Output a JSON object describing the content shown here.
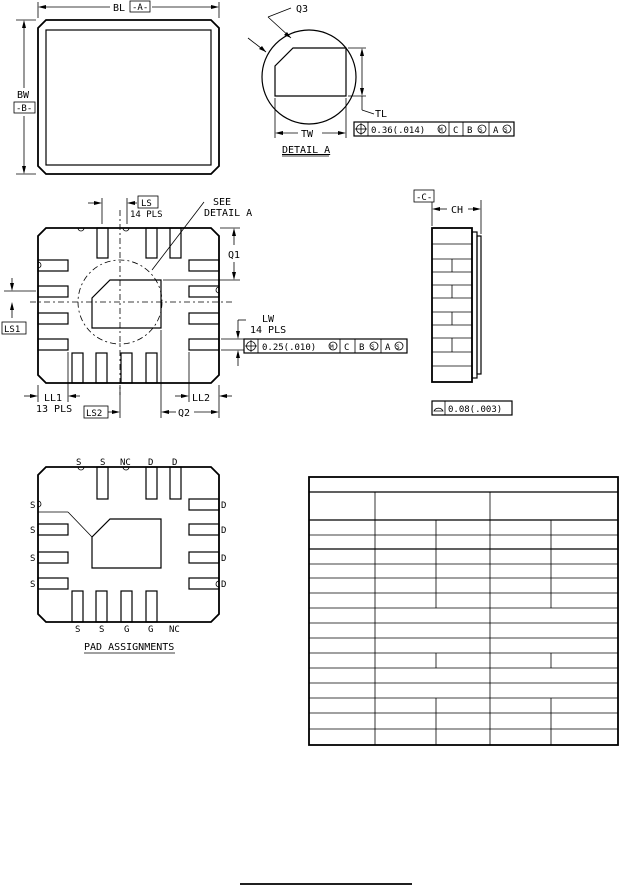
{
  "top_view": {
    "bl": "BL",
    "datum_a": "-A-",
    "bw": "BW",
    "datum_b": "-B-"
  },
  "detail_a": {
    "q3": "Q3",
    "tl": "TL",
    "tw": "TW",
    "title": "DETAIL A",
    "fcf": [
      "0.36(.014)",
      "C",
      "B",
      "A"
    ]
  },
  "bottom_view": {
    "ls": "LS",
    "ls_count": "14 PLS",
    "see": "SEE",
    "detail": "DETAIL A",
    "q1": "Q1",
    "ls1": "LS1",
    "lw": "LW",
    "lw_count": "14 PLS",
    "fcf": [
      "0.25(.010)",
      "C",
      "B",
      "A"
    ],
    "ll1": "LL1",
    "ll1_count": "13 PLS",
    "ls2": "LS2",
    "q2": "Q2",
    "ll2": "LL2"
  },
  "side_view": {
    "datum_c": "-C-",
    "ch": "CH",
    "flatness": "0.08(.003)"
  },
  "pads": {
    "top": [
      "S",
      "S",
      "NC",
      "D",
      "D"
    ],
    "left": [
      "S",
      "S",
      "S",
      "S"
    ],
    "right": [
      "D",
      "D",
      "D",
      "D"
    ],
    "bottom": [
      "S",
      "S",
      "G",
      "G",
      "NC"
    ],
    "caption": "PAD ASSIGNMENTS"
  }
}
